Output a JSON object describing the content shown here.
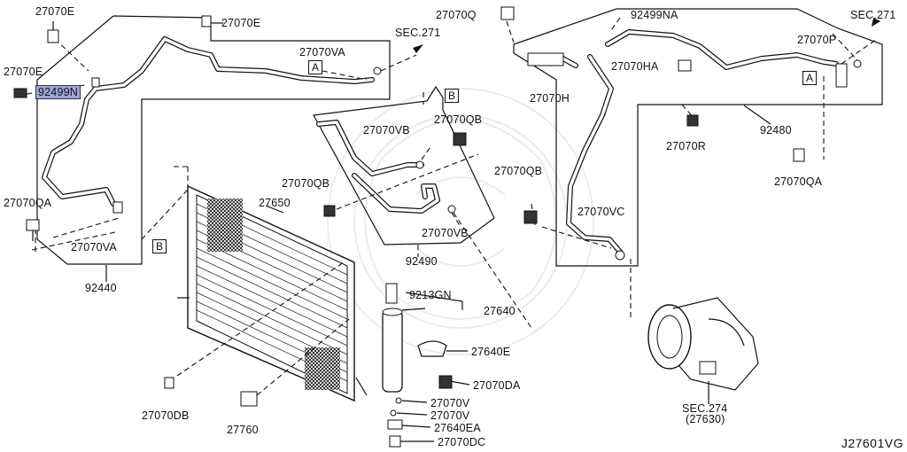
{
  "diagram": {
    "code": "J27601VG",
    "ref_letters": {
      "a1": "A",
      "a2": "A",
      "b1": "B",
      "b2": "B"
    },
    "labels": {
      "l1": "27070E",
      "l2": "27070E",
      "l3": "27070E",
      "l4": "92499N",
      "l5": "27070VA",
      "l6": "SEC.271",
      "l7": "27070QA",
      "l8": "27070VA",
      "l9": "92440",
      "l10": "27070VB",
      "l11": "27070QB",
      "l12": "27070QB",
      "l13": "27650",
      "l14": "92490",
      "l15": "27070VB",
      "l16": "27070Q",
      "l17": "92499NA",
      "l18": "SEC.271",
      "l19": "27070P",
      "l20": "27070HA",
      "l21": "27070H",
      "l22": "92480",
      "l23": "27070R",
      "l24": "27070QB",
      "l25": "27070VC",
      "l26": "27070QA",
      "l27": "9213GN",
      "l28": "27640",
      "l29": "27640E",
      "l30": "27070DA",
      "l31": "27070V",
      "l32": "27070V",
      "l33": "27640EA",
      "l34": "27070DC",
      "l35": "27070DB",
      "l36": "27760",
      "l37": "SEC.274",
      "l38": "(27630)"
    },
    "highlight_color": "#9ea6d8"
  }
}
